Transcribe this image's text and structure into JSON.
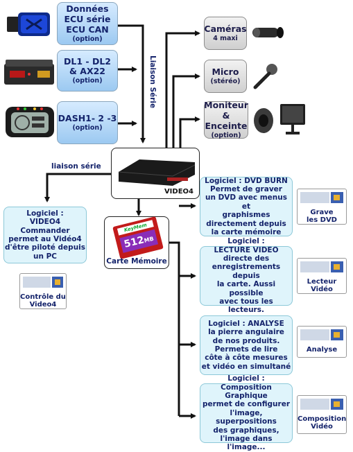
{
  "sources": {
    "ecu": {
      "line1": "Données",
      "line2": "ECU série",
      "line3": "ECU CAN",
      "opt": "(option)"
    },
    "dl": {
      "line1": "DL1 - DL2",
      "line2": "& AX22",
      "opt": "(option)"
    },
    "dash": {
      "line1": "DASH1- 2 -3",
      "opt": "(option)"
    }
  },
  "liaison_serie_vertical": "Liaison Série",
  "liaison_serie": "liaison série",
  "outputs": {
    "cameras": {
      "title": "Caméras",
      "sub": "4 maxi"
    },
    "micro": {
      "title": "Micro",
      "sub": "(stéréo)"
    },
    "moniteur": {
      "line1": "Moniteur",
      "line2": "& Enceinte",
      "opt": "(option)"
    }
  },
  "video4_label": "VIDEO4",
  "carte_memoire": "Carte Mémoire",
  "sd_label": "KeyMem",
  "sd_size": "512",
  "sd_unit": "MB",
  "commander": {
    "l1": "Logiciel :",
    "l2": "VIDEO4 Commander",
    "l3": "permet au Vidéo4",
    "l4": "d'être piloté depuis",
    "l5": "un PC"
  },
  "controle_video4": {
    "l1": "Contrôle du",
    "l2": "Video4"
  },
  "software": [
    {
      "title": "Logiciel : DVD BURN",
      "lines": [
        "Permet de graver",
        "un DVD avec menus et",
        "graphismes",
        "directement depuis",
        "la carte mémoire"
      ],
      "caption1": "Grave",
      "caption2": "les DVD"
    },
    {
      "title": "Logiciel :",
      "title2": "LECTURE VIDEO",
      "lines": [
        "directe des",
        "enregistrements depuis",
        "la carte. Aussi possible",
        "avec tous les lecteurs."
      ],
      "caption1": "Lecteur",
      "caption2": "Vidéo"
    },
    {
      "title": "Logiciel : ANALYSE",
      "lines": [
        "la pierre angulaire",
        "de nos produits.",
        "Permets de lire",
        "côte à côte mesures",
        "et vidéo en simultané"
      ],
      "caption1": "Analyse",
      "caption2": ""
    },
    {
      "title": "Logiciel :",
      "title2": "Composition Graphique",
      "lines": [
        "permet de configurer",
        "l'image, superpositions",
        "des graphiques,",
        "l'image dans l'image..."
      ],
      "caption1": "Composition",
      "caption2": "Vidéo"
    }
  ],
  "colors": {
    "blue_box": "#9cc9f1",
    "gray_box": "#cfcfcf",
    "cyan_box": "#dff4fb",
    "text": "#14236b",
    "line": "#111111"
  }
}
